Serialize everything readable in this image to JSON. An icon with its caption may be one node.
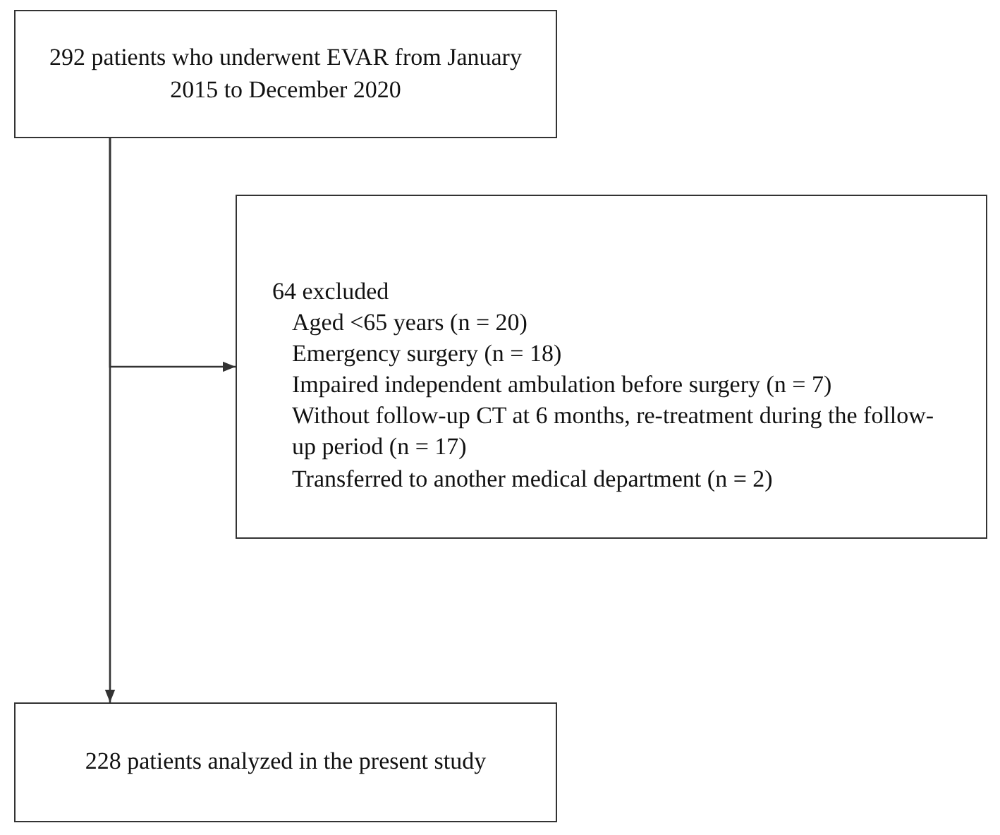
{
  "diagram": {
    "nodes": [
      {
        "text": [
          "292 patients who underwent EVAR from January 2015 to December 2020"
        ]
      },
      {
        "text": [
          "64 excluded",
          "Aged <65 years (n = 20)",
          "Emergency surgery (n = 18)",
          "Impaired independent ambulation before surgery (n = 7)",
          "Without follow-up CT at 6 months, re-treatment during the follow-up period (n = 17)",
          "Transferred to another medical department (n = 2)"
        ]
      },
      {
        "text": [
          "228 patients analyzed in the present study"
        ]
      }
    ],
    "edges": [
      {
        "from": 0,
        "to": 2,
        "arrow": "to"
      },
      {
        "from": 0,
        "to": 1,
        "arrow": "to"
      }
    ]
  }
}
